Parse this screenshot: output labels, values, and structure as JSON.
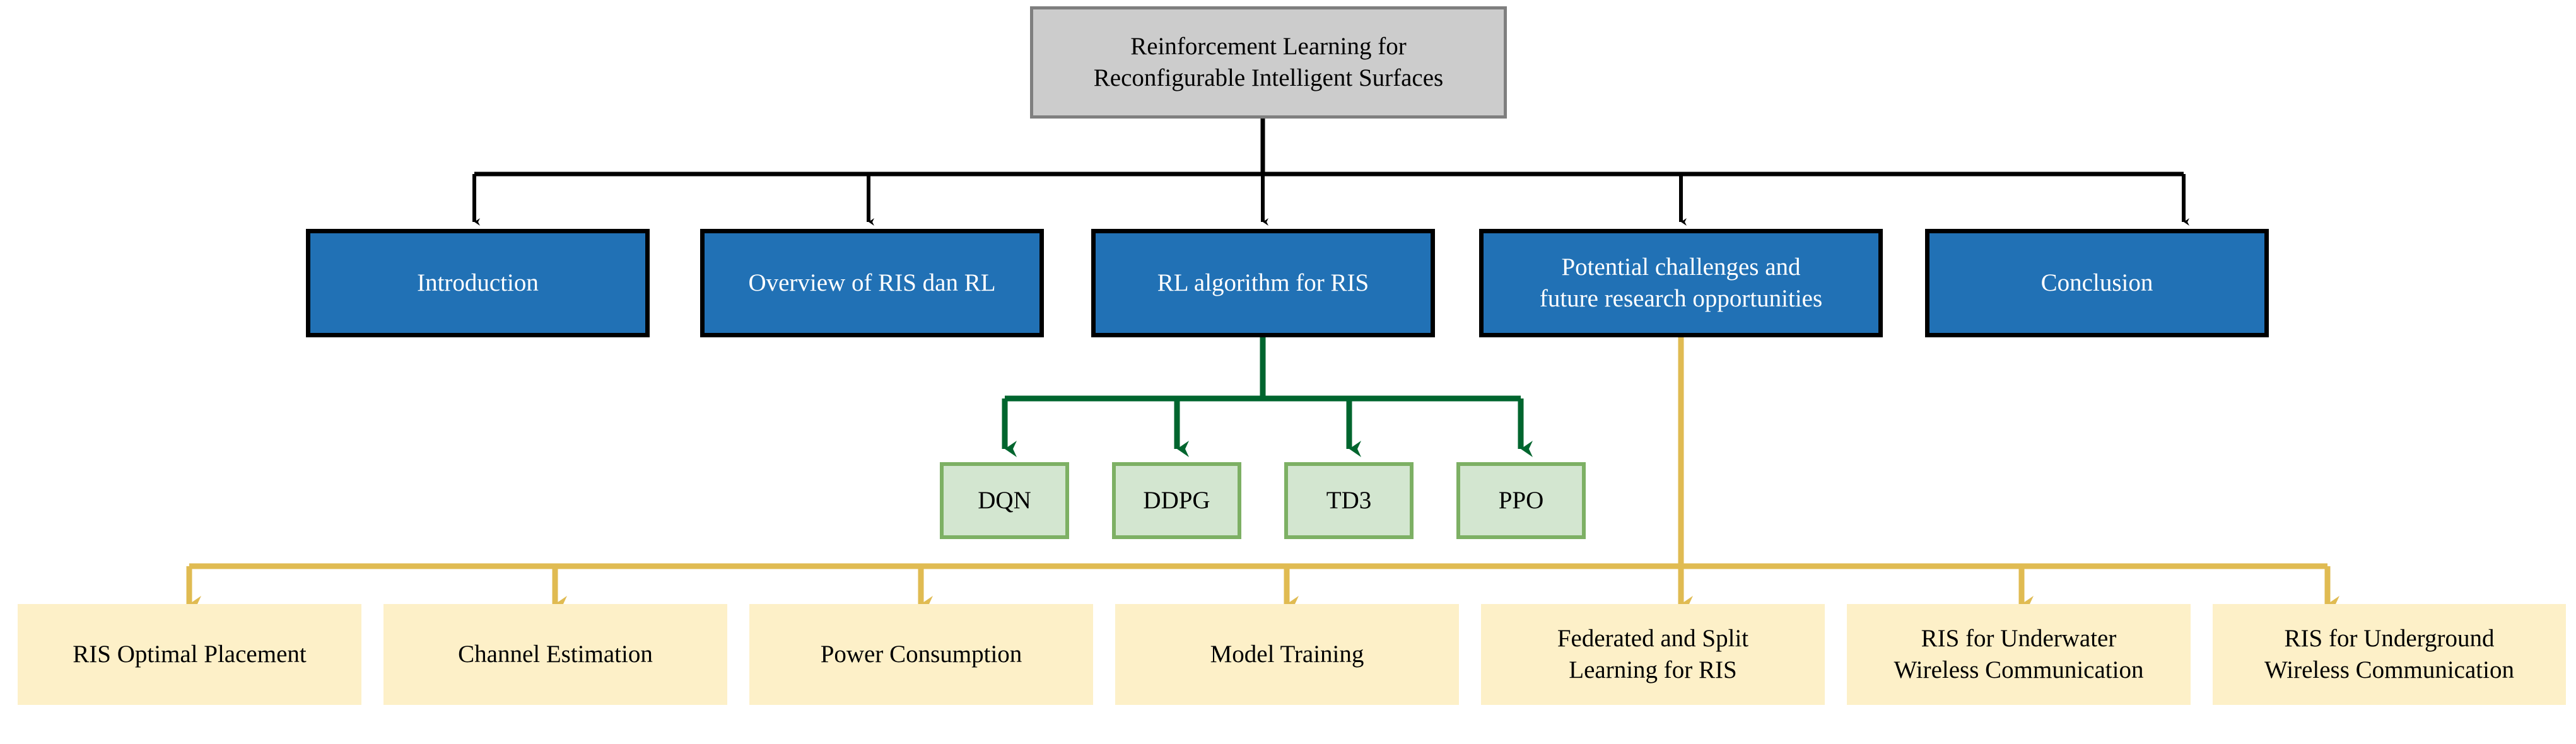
{
  "diagram": {
    "type": "tree-flowchart",
    "title": "Reinforcement Learning for Reconfigurable Intelligent Surfaces",
    "colors": {
      "root_fill": "#cccccc",
      "root_border": "#7f7f7f",
      "level1_fill": "#2171b5",
      "level1_border": "#000000",
      "level1_text": "#ffffff",
      "algorithm_fill": "#d3e6d0",
      "algorithm_border": "#7db064",
      "algorithm_edge": "#00652e",
      "opportunity_fill": "#fdf0c8",
      "opportunity_border": "#ddb84e",
      "opportunity_edge": "#e0bb52",
      "root_edge": "#000000",
      "background": "#ffffff"
    },
    "root": {
      "id": "root",
      "label": "Reinforcement Learning for\nReconfigurable Intelligent Surfaces"
    },
    "sections": [
      {
        "id": "introduction",
        "label": "Introduction"
      },
      {
        "id": "overview-ris-rl",
        "label": "Overview of RIS dan RL"
      },
      {
        "id": "rl-algorithm-for-ris",
        "label": "RL algorithm for RIS"
      },
      {
        "id": "potential-challenges",
        "label": "Potential challenges and\nfuture research opportunities"
      },
      {
        "id": "conclusion",
        "label": "Conclusion"
      }
    ],
    "algorithms": [
      {
        "id": "dqn",
        "label": "DQN"
      },
      {
        "id": "ddpg",
        "label": "DDPG"
      },
      {
        "id": "td3",
        "label": "TD3"
      },
      {
        "id": "ppo",
        "label": "PPO"
      }
    ],
    "opportunities": [
      {
        "id": "ris-optimal-placement",
        "label": "RIS Optimal Placement"
      },
      {
        "id": "channel-estimation",
        "label": "Channel Estimation"
      },
      {
        "id": "power-consumption",
        "label": "Power Consumption"
      },
      {
        "id": "model-training",
        "label": "Model Training"
      },
      {
        "id": "federated-split-learning",
        "label": "Federated and Split\nLearning for RIS"
      },
      {
        "id": "ris-underwater",
        "label": "RIS for Underwater\nWireless Communication"
      },
      {
        "id": "ris-underground",
        "label": "RIS for Underground\nWireless Communication"
      }
    ]
  }
}
